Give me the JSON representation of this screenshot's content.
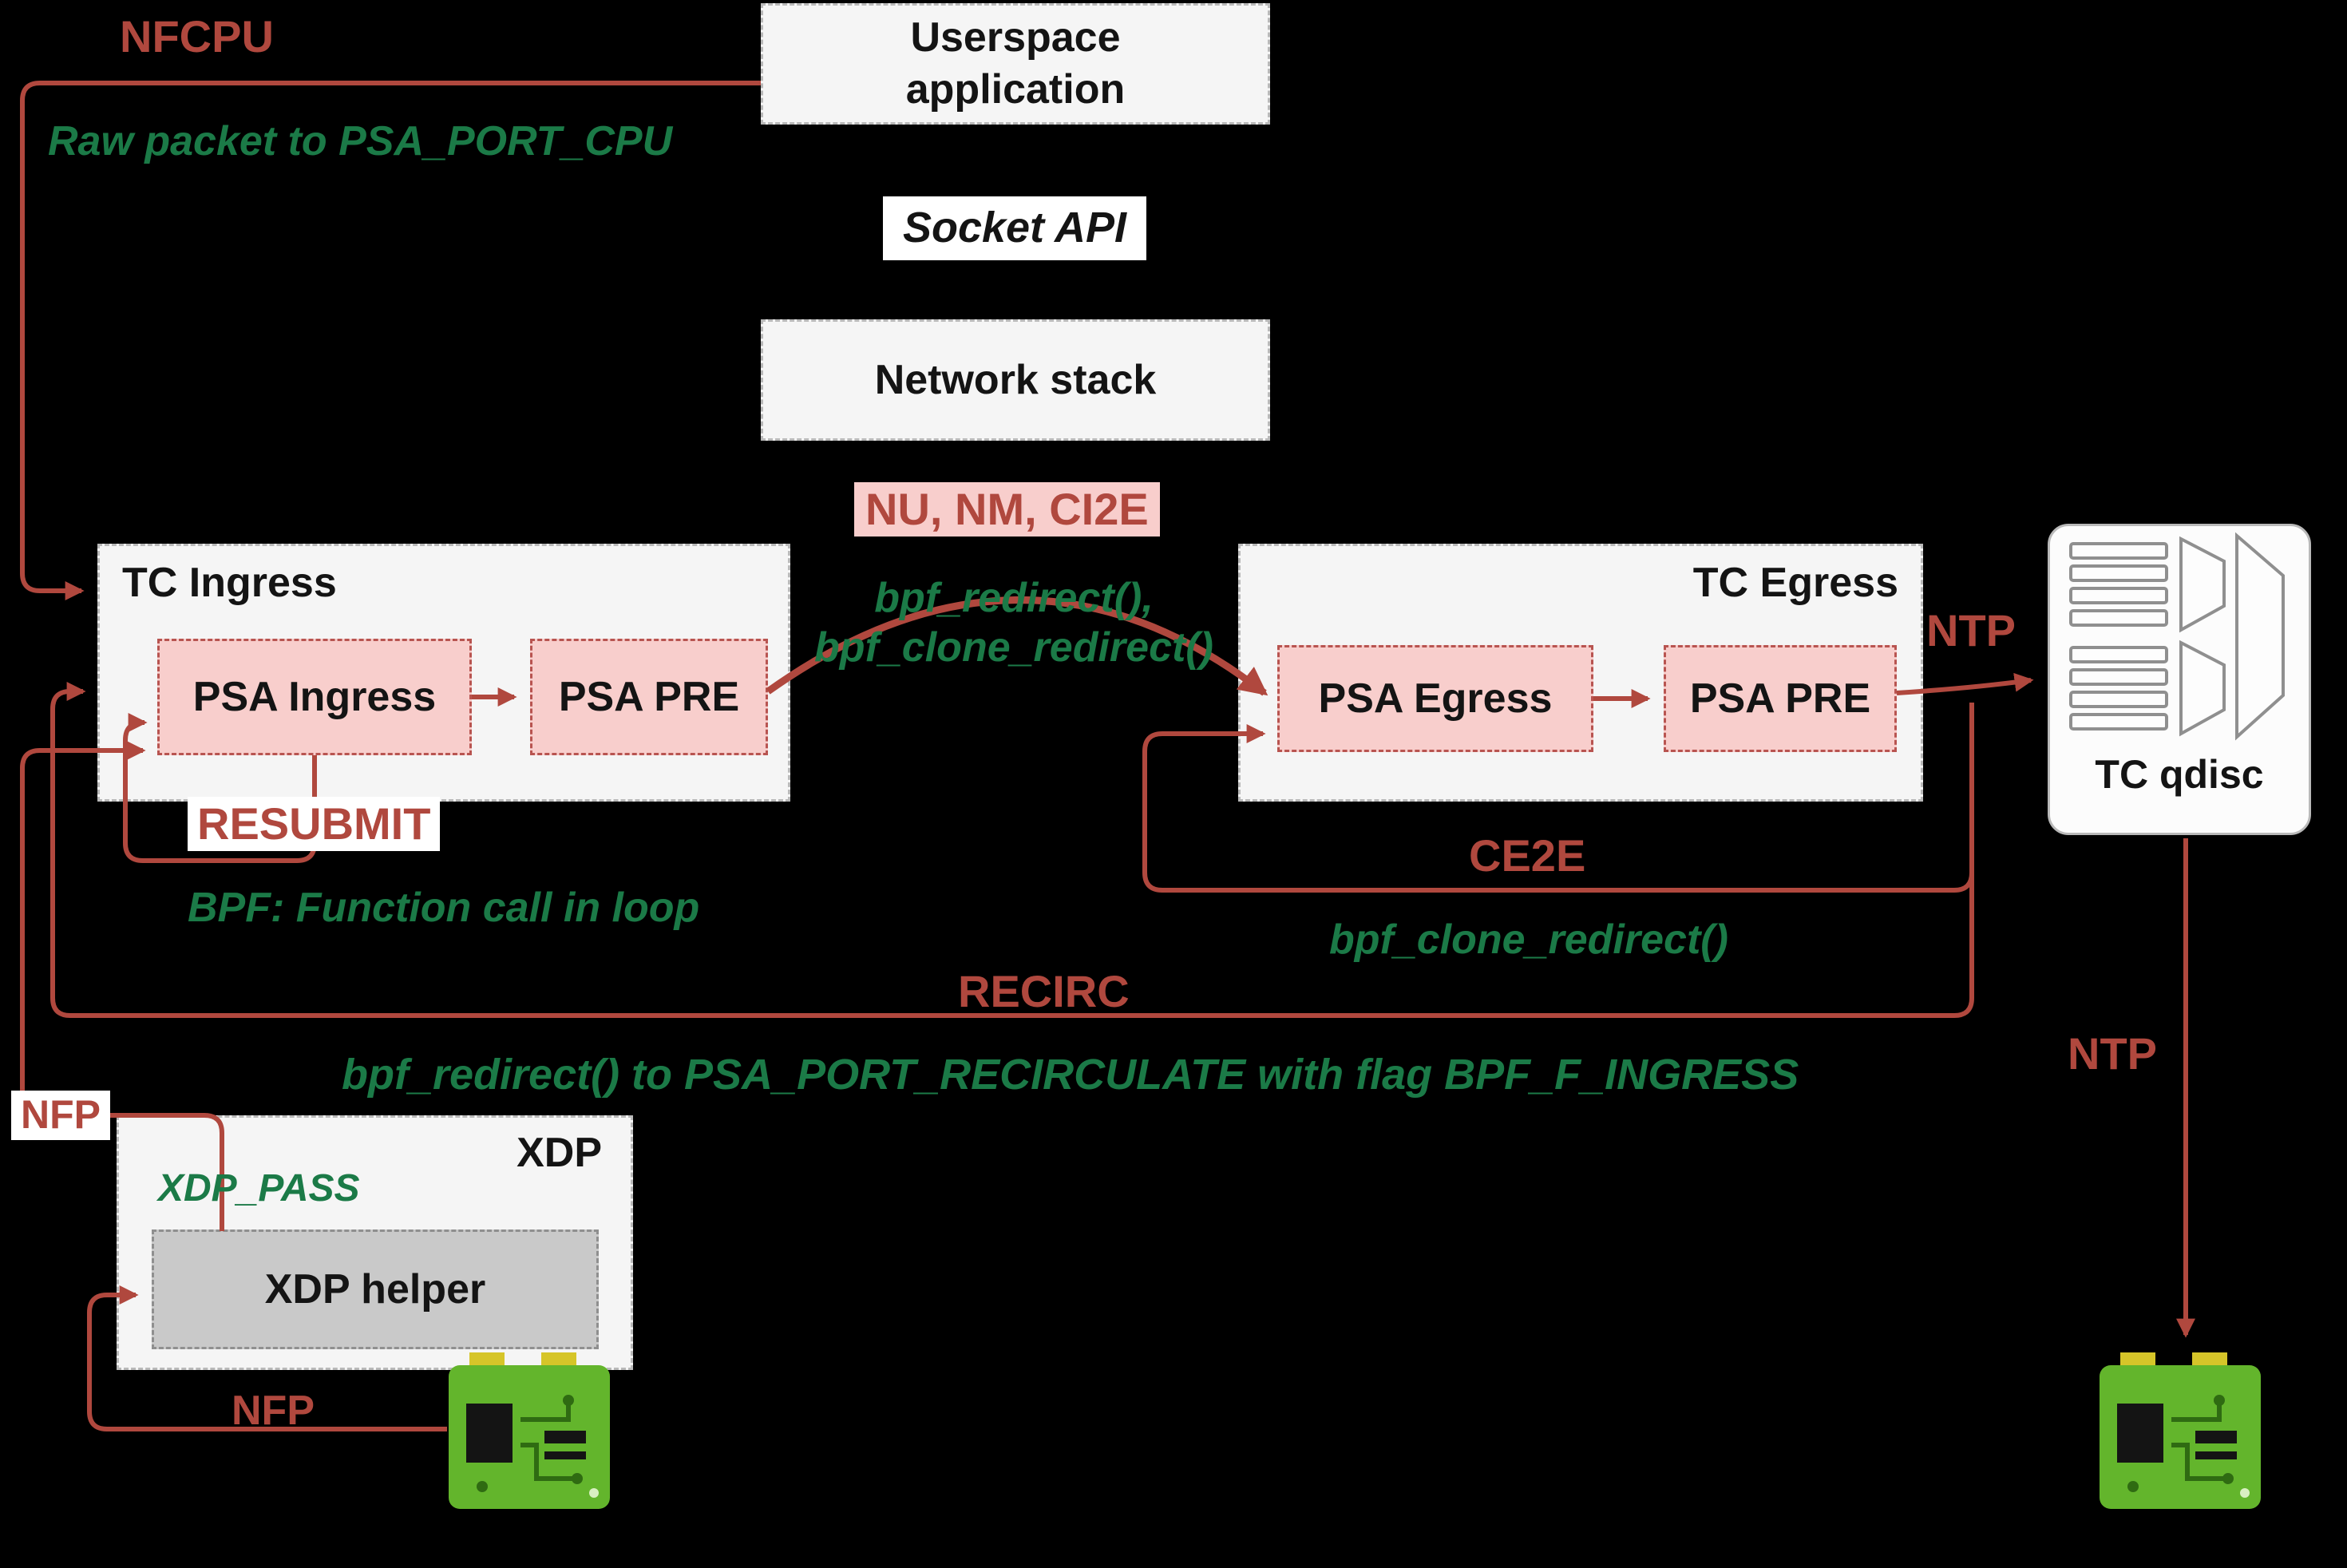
{
  "colors": {
    "background": "#000000",
    "box_fill": "#f5f5f5",
    "pink_fill": "#f8cecc",
    "pink_border": "#b85450",
    "arrow_brick": "#b0483e",
    "text_green": "#1b7a47",
    "helper_gray": "#c9c9c9",
    "nic_green": "#63b52c"
  },
  "nodes": {
    "userspace": {
      "label": "Userspace\napplication"
    },
    "socket_api": {
      "label": "Socket API"
    },
    "network_stack": {
      "label": "Network stack"
    },
    "tc_ingress": {
      "label": "TC Ingress",
      "psa_ingress": "PSA Ingress",
      "psa_pre": "PSA PRE"
    },
    "tc_egress": {
      "label": "TC Egress",
      "psa_egress": "PSA Egress",
      "psa_pre": "PSA PRE"
    },
    "tc_qdisc": {
      "label": "TC qdisc"
    },
    "xdp": {
      "label": "XDP",
      "helper": "XDP helper"
    }
  },
  "edge_labels": {
    "nfcpu": "NFCPU",
    "raw_packet_note": "Raw packet to PSA_PORT_CPU",
    "nu_nm_ci2e": "NU, NM, CI2E",
    "bpf_redirect_note_line1": "bpf_redirect(),",
    "bpf_redirect_note_line2": "bpf_clone_redirect()",
    "ntp_top": "NTP",
    "resubmit": "RESUBMIT",
    "bpf_loop_note": "BPF: Function call in loop",
    "ce2e": "CE2E",
    "bpf_clone_note": "bpf_clone_redirect()",
    "recirc": "RECIRC",
    "recirc_note": "bpf_redirect() to PSA_PORT_RECIRCULATE with flag BPF_F_INGRESS",
    "nfp_left": "NFP",
    "xdp_pass_note": "XDP_PASS",
    "nfp_bottom": "NFP",
    "ntp_bottom": "NTP"
  }
}
